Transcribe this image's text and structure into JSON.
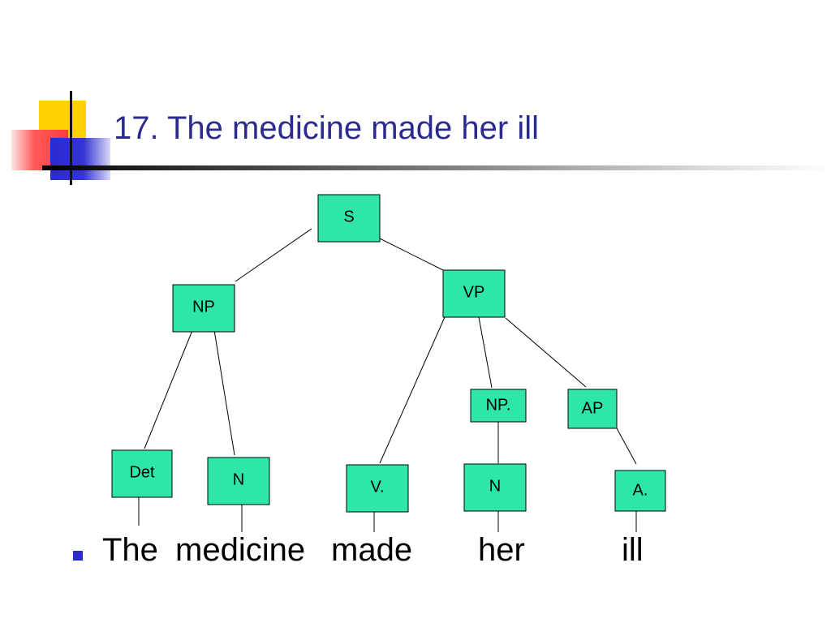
{
  "slide": {
    "title": "17. The medicine made her ill"
  },
  "tree": {
    "nodes": [
      {
        "id": "S",
        "label": "S"
      },
      {
        "id": "NP",
        "label": "NP"
      },
      {
        "id": "VP",
        "label": "VP"
      },
      {
        "id": "Det",
        "label": "Det"
      },
      {
        "id": "N1",
        "label": "N"
      },
      {
        "id": "V",
        "label": "V."
      },
      {
        "id": "NP2",
        "label": "NP."
      },
      {
        "id": "N2",
        "label": "N"
      },
      {
        "id": "AP",
        "label": "AP"
      },
      {
        "id": "A",
        "label": "A."
      }
    ],
    "edges": [
      [
        "S",
        "NP"
      ],
      [
        "S",
        "VP"
      ],
      [
        "NP",
        "Det"
      ],
      [
        "NP",
        "N1"
      ],
      [
        "VP",
        "V"
      ],
      [
        "VP",
        "NP2"
      ],
      [
        "VP",
        "AP"
      ],
      [
        "NP2",
        "N2"
      ],
      [
        "AP",
        "A"
      ]
    ]
  },
  "sentence": {
    "words": [
      "The",
      "medicine",
      "made",
      "her",
      "ill"
    ]
  },
  "colors": {
    "node_fill": "#2ee6a8",
    "title": "#2b2b8f",
    "bullet": "#2b2bd0"
  }
}
